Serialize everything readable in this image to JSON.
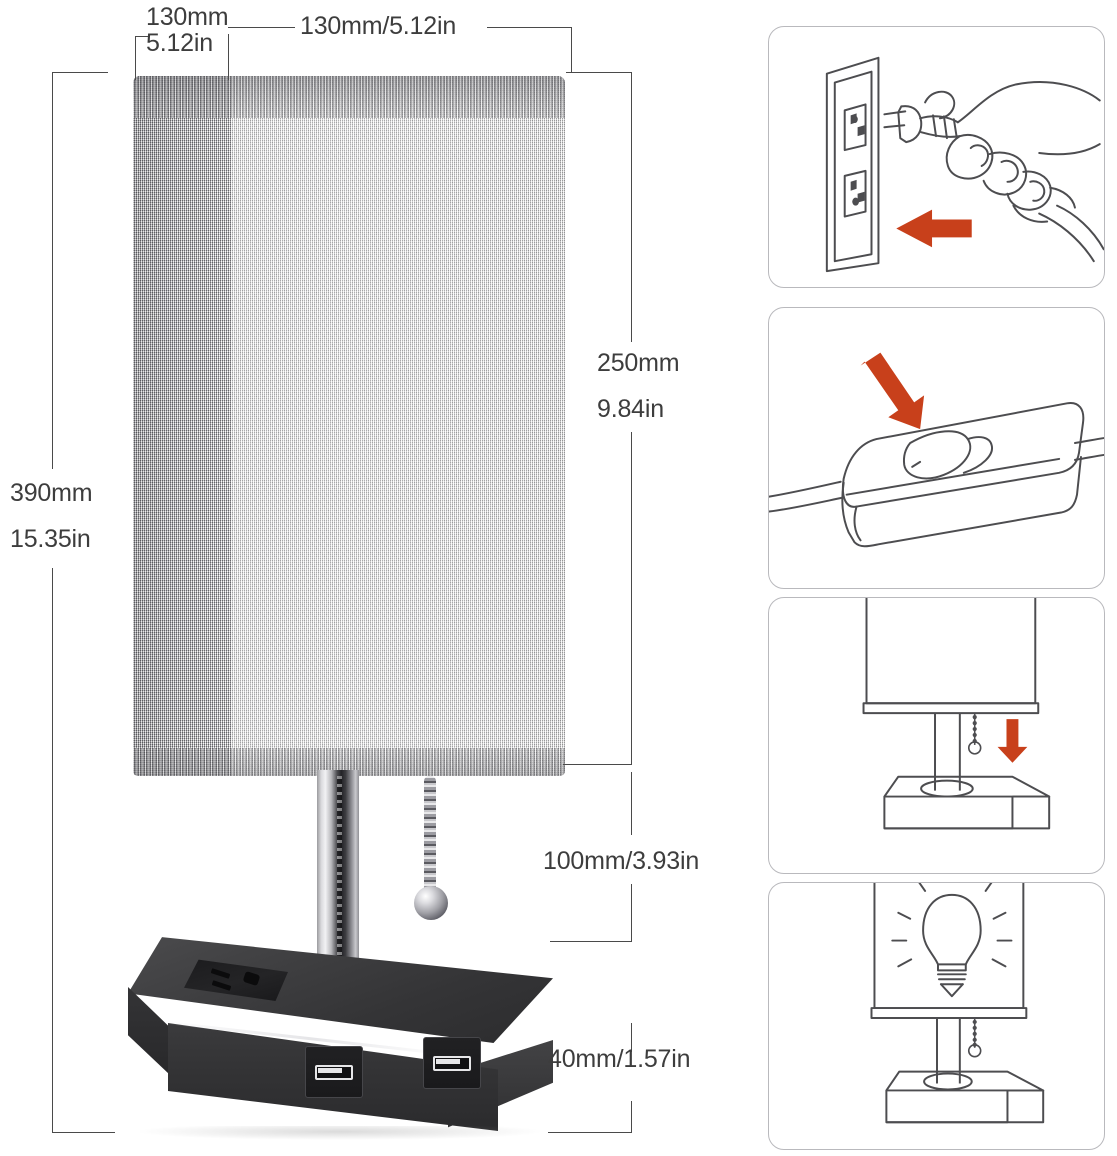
{
  "product": {
    "name": "bedside-table-lamp-with-usb-and-outlet",
    "shade": {
      "material": "linen-fabric",
      "color": "#e2e2e0"
    },
    "base": {
      "material": "wood",
      "color": "#343436"
    },
    "pole": {
      "material": "chrome",
      "color": "#b8b8bc"
    }
  },
  "dimensions": {
    "shade_depth": {
      "label_mm": "130mm",
      "label_in": "5.12in",
      "name": "shade-depth"
    },
    "shade_width": {
      "label": "130mm/5.12in",
      "name": "shade-width"
    },
    "shade_height": {
      "label_mm": "250mm",
      "label_in": "9.84in",
      "name": "shade-height"
    },
    "total_height": {
      "label_mm": "390mm",
      "label_in": "15.35in",
      "name": "total-height"
    },
    "pole_height": {
      "label": "100mm/3.93in",
      "name": "pole-height"
    },
    "base_height": {
      "label": "40mm/1.57in",
      "name": "base-height"
    }
  },
  "colors": {
    "arrow": "#c8401b",
    "dimension_line": "#4a4a4a",
    "dimension_text": "#3d3d3d",
    "panel_border": "#b9b9bd",
    "outline": "#4d4d50"
  },
  "instructions": {
    "steps": [
      {
        "id": "step-1",
        "name": "plug-cord-into-wall-outlet",
        "icon": "hand-plug-outlet-icon",
        "arrow": "arrow-left"
      },
      {
        "id": "step-2",
        "name": "press-inline-rocker-switch",
        "icon": "inline-cord-switch-icon",
        "arrow": "arrow-down-right"
      },
      {
        "id": "step-3",
        "name": "pull-the-chain-switch",
        "icon": "lamp-pull-chain-icon",
        "arrow": "arrow-down"
      },
      {
        "id": "step-4",
        "name": "bulb-turns-on",
        "icon": "lamp-lit-bulb-icon",
        "arrow": "none"
      }
    ]
  }
}
